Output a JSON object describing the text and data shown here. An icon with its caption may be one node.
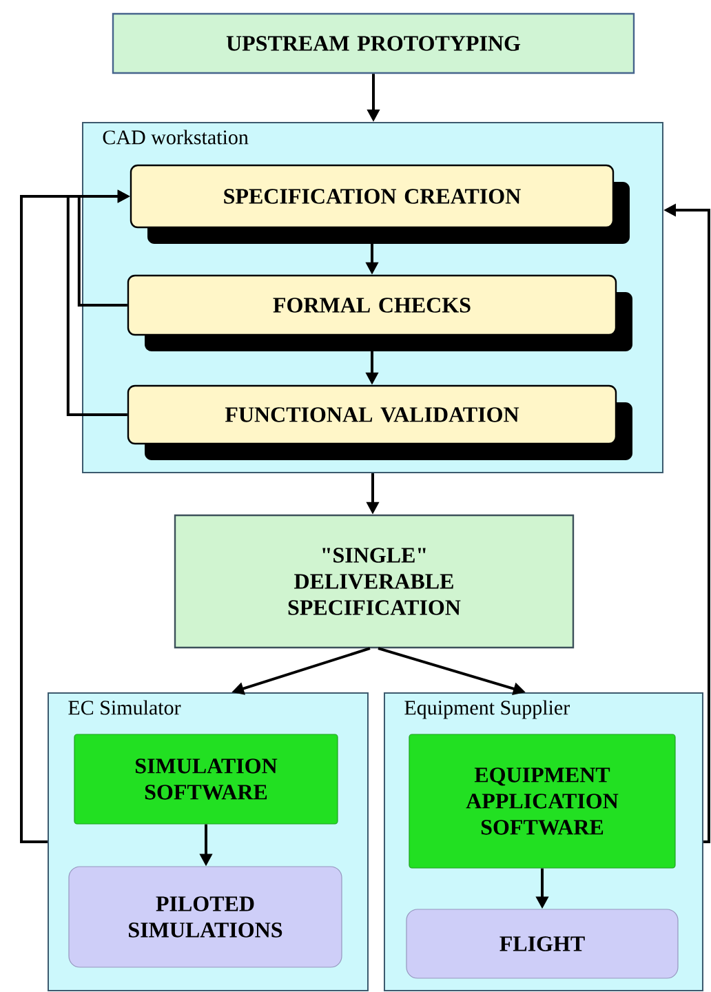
{
  "diagram": {
    "nodes": [
      {
        "text": [
          "UPSTREAM PROTOTYPING"
        ]
      },
      {
        "text": [
          "CAD workstation"
        ]
      },
      {
        "text": [
          "SPECIFICATION CREATION"
        ],
        "in": 1
      },
      {
        "text": [
          "FORMAL CHECKS"
        ],
        "in": 1
      },
      {
        "text": [
          "FUNCTIONAL VALIDATION"
        ],
        "in": 1
      },
      {
        "text": [
          "\"SINGLE\" DELIVERABLE SPECIFICATION"
        ]
      },
      {
        "text": [
          "EC Simulator"
        ]
      },
      {
        "text": [
          "SIMULATION SOFTWARE"
        ],
        "in": 6
      },
      {
        "text": [
          "PILOTED SIMULATIONS"
        ],
        "in": 6
      },
      {
        "text": [
          "Equipment Supplier"
        ]
      },
      {
        "text": [
          "EQUIPMENT APPLICATION SOFTWARE"
        ],
        "in": 9
      },
      {
        "text": [
          "FLIGHT"
        ],
        "in": 9
      }
    ],
    "edges": [
      {
        "from": 0,
        "to": 1,
        "arrow": "to"
      },
      {
        "from": 2,
        "to": 3,
        "arrow": "to"
      },
      {
        "from": 3,
        "to": 4,
        "arrow": "to"
      },
      {
        "from": 3,
        "to": 2,
        "arrow": "to"
      },
      {
        "from": 4,
        "to": 2,
        "arrow": "to"
      },
      {
        "from": 6,
        "to": 2,
        "arrow": "to"
      },
      {
        "from": 9,
        "to": 1,
        "arrow": "to"
      },
      {
        "from": 1,
        "to": 5,
        "arrow": "to"
      },
      {
        "from": 5,
        "to": 6,
        "arrow": "to"
      },
      {
        "from": 5,
        "to": 9,
        "arrow": "to"
      },
      {
        "from": 7,
        "to": 8,
        "arrow": "to"
      },
      {
        "from": 10,
        "to": 11,
        "arrow": "to"
      }
    ]
  }
}
